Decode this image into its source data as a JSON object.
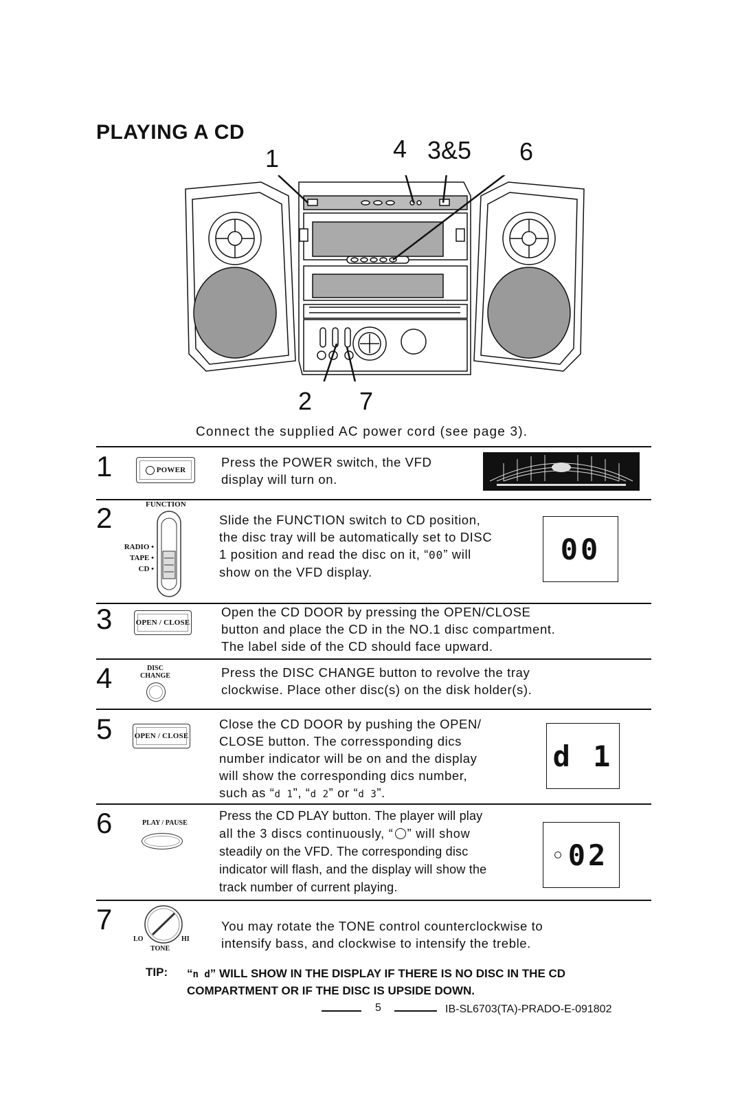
{
  "title": "PLAYING A CD",
  "callouts": {
    "c1": "1",
    "c4": "4",
    "c35": "3&5",
    "c6": "6",
    "c2": "2",
    "c7": "7"
  },
  "caption": "Connect the supplied AC power cord (see page 3).",
  "steps": [
    {
      "num": "1",
      "control_label": "POWER",
      "lines": [
        "Press the POWER switch, the VFD",
        "display will turn on."
      ]
    },
    {
      "num": "2",
      "control_label": "FUNCTION",
      "positions": [
        "RADIO",
        "TAPE",
        "CD"
      ],
      "lines": [
        "Slide the FUNCTION switch to CD position,",
        "the disc tray will be automatically set to DISC",
        "1 position and read the disc on it, “",
        "” will",
        "show on the VFD display."
      ],
      "display": "00"
    },
    {
      "num": "3",
      "control_label": "OPEN / CLOSE",
      "lines": [
        "Open the CD DOOR by pressing the OPEN/CLOSE",
        "button and place the CD in the NO.1 disc compartment.",
        "The label side of the CD should face upward."
      ]
    },
    {
      "num": "4",
      "control_label_1": "DISC",
      "control_label_2": "CHANGE",
      "lines": [
        "Press the DISC CHANGE button to revolve the tray",
        "clockwise. Place other disc(s) on the disk holder(s)."
      ]
    },
    {
      "num": "5",
      "control_label": "OPEN / CLOSE",
      "lines": [
        "Close the CD DOOR by pushing the OPEN/",
        "CLOSE button. The corressponding dics",
        "number indicator will be on and the display",
        "will show the corresponding dics number,",
        "such as “",
        "”, “",
        "” or “",
        "”."
      ],
      "display": "d 1"
    },
    {
      "num": "6",
      "control_label": "PLAY / PAUSE",
      "lines": [
        "Press the CD PLAY button. The player will play",
        "all the 3 discs continuously, “",
        "” will show",
        "steadily on the VFD. The corresponding disc",
        "indicator will flash, and the display will show the",
        "track number of current playing."
      ],
      "display": "02"
    },
    {
      "num": "7",
      "control_label": "TONE",
      "lo": "LO",
      "hi": "HI",
      "lines": [
        "You may rotate the TONE control counterclockwise to",
        "intensify bass, and clockwise to intensify the treble."
      ]
    }
  ],
  "tip": {
    "label": "TIP:",
    "open_quote": "“",
    "text_1": "” WILL SHOW IN THE DISPLAY IF THERE IS NO DISC IN THE CD",
    "text_2": "COMPARTMENT OR IF THE DISC IS UPSIDE DOWN."
  },
  "footer": {
    "page": "5",
    "code": "IB-SL6703(TA)-PRADO-E-091802"
  }
}
